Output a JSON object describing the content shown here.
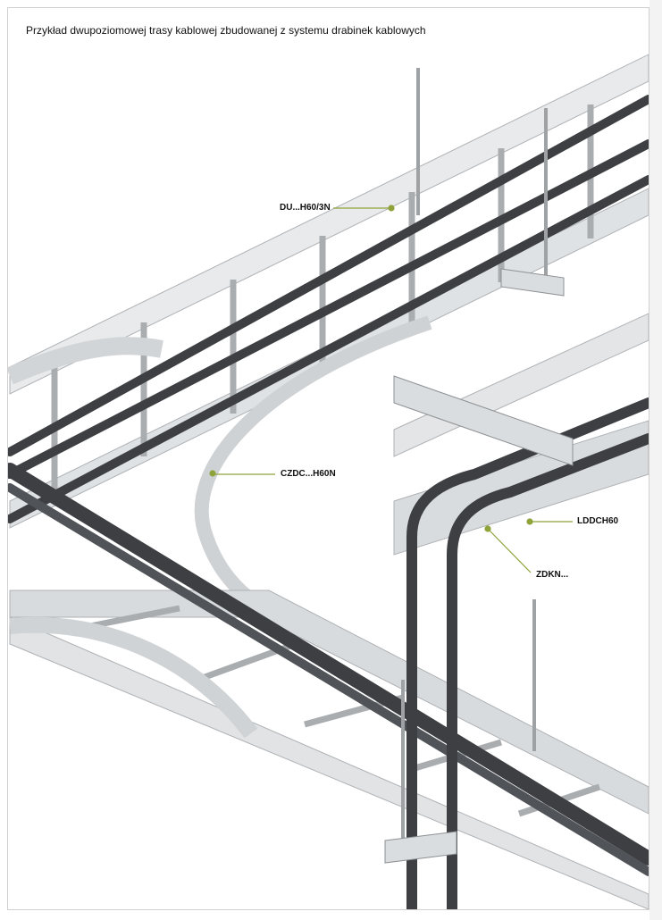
{
  "title": "Przykład dwupoziomowej trasy kablowej zbudowanej z systemu drabinek kablowych",
  "labels": {
    "du": "DU...H60/3N",
    "czdc": "CZDC...H60N",
    "lddch": "LDDCH60",
    "zdkn": "ZDKN..."
  },
  "colors": {
    "leader": "#8ea33a",
    "cable": "#3d3f42",
    "tray": "#c9ccce"
  }
}
